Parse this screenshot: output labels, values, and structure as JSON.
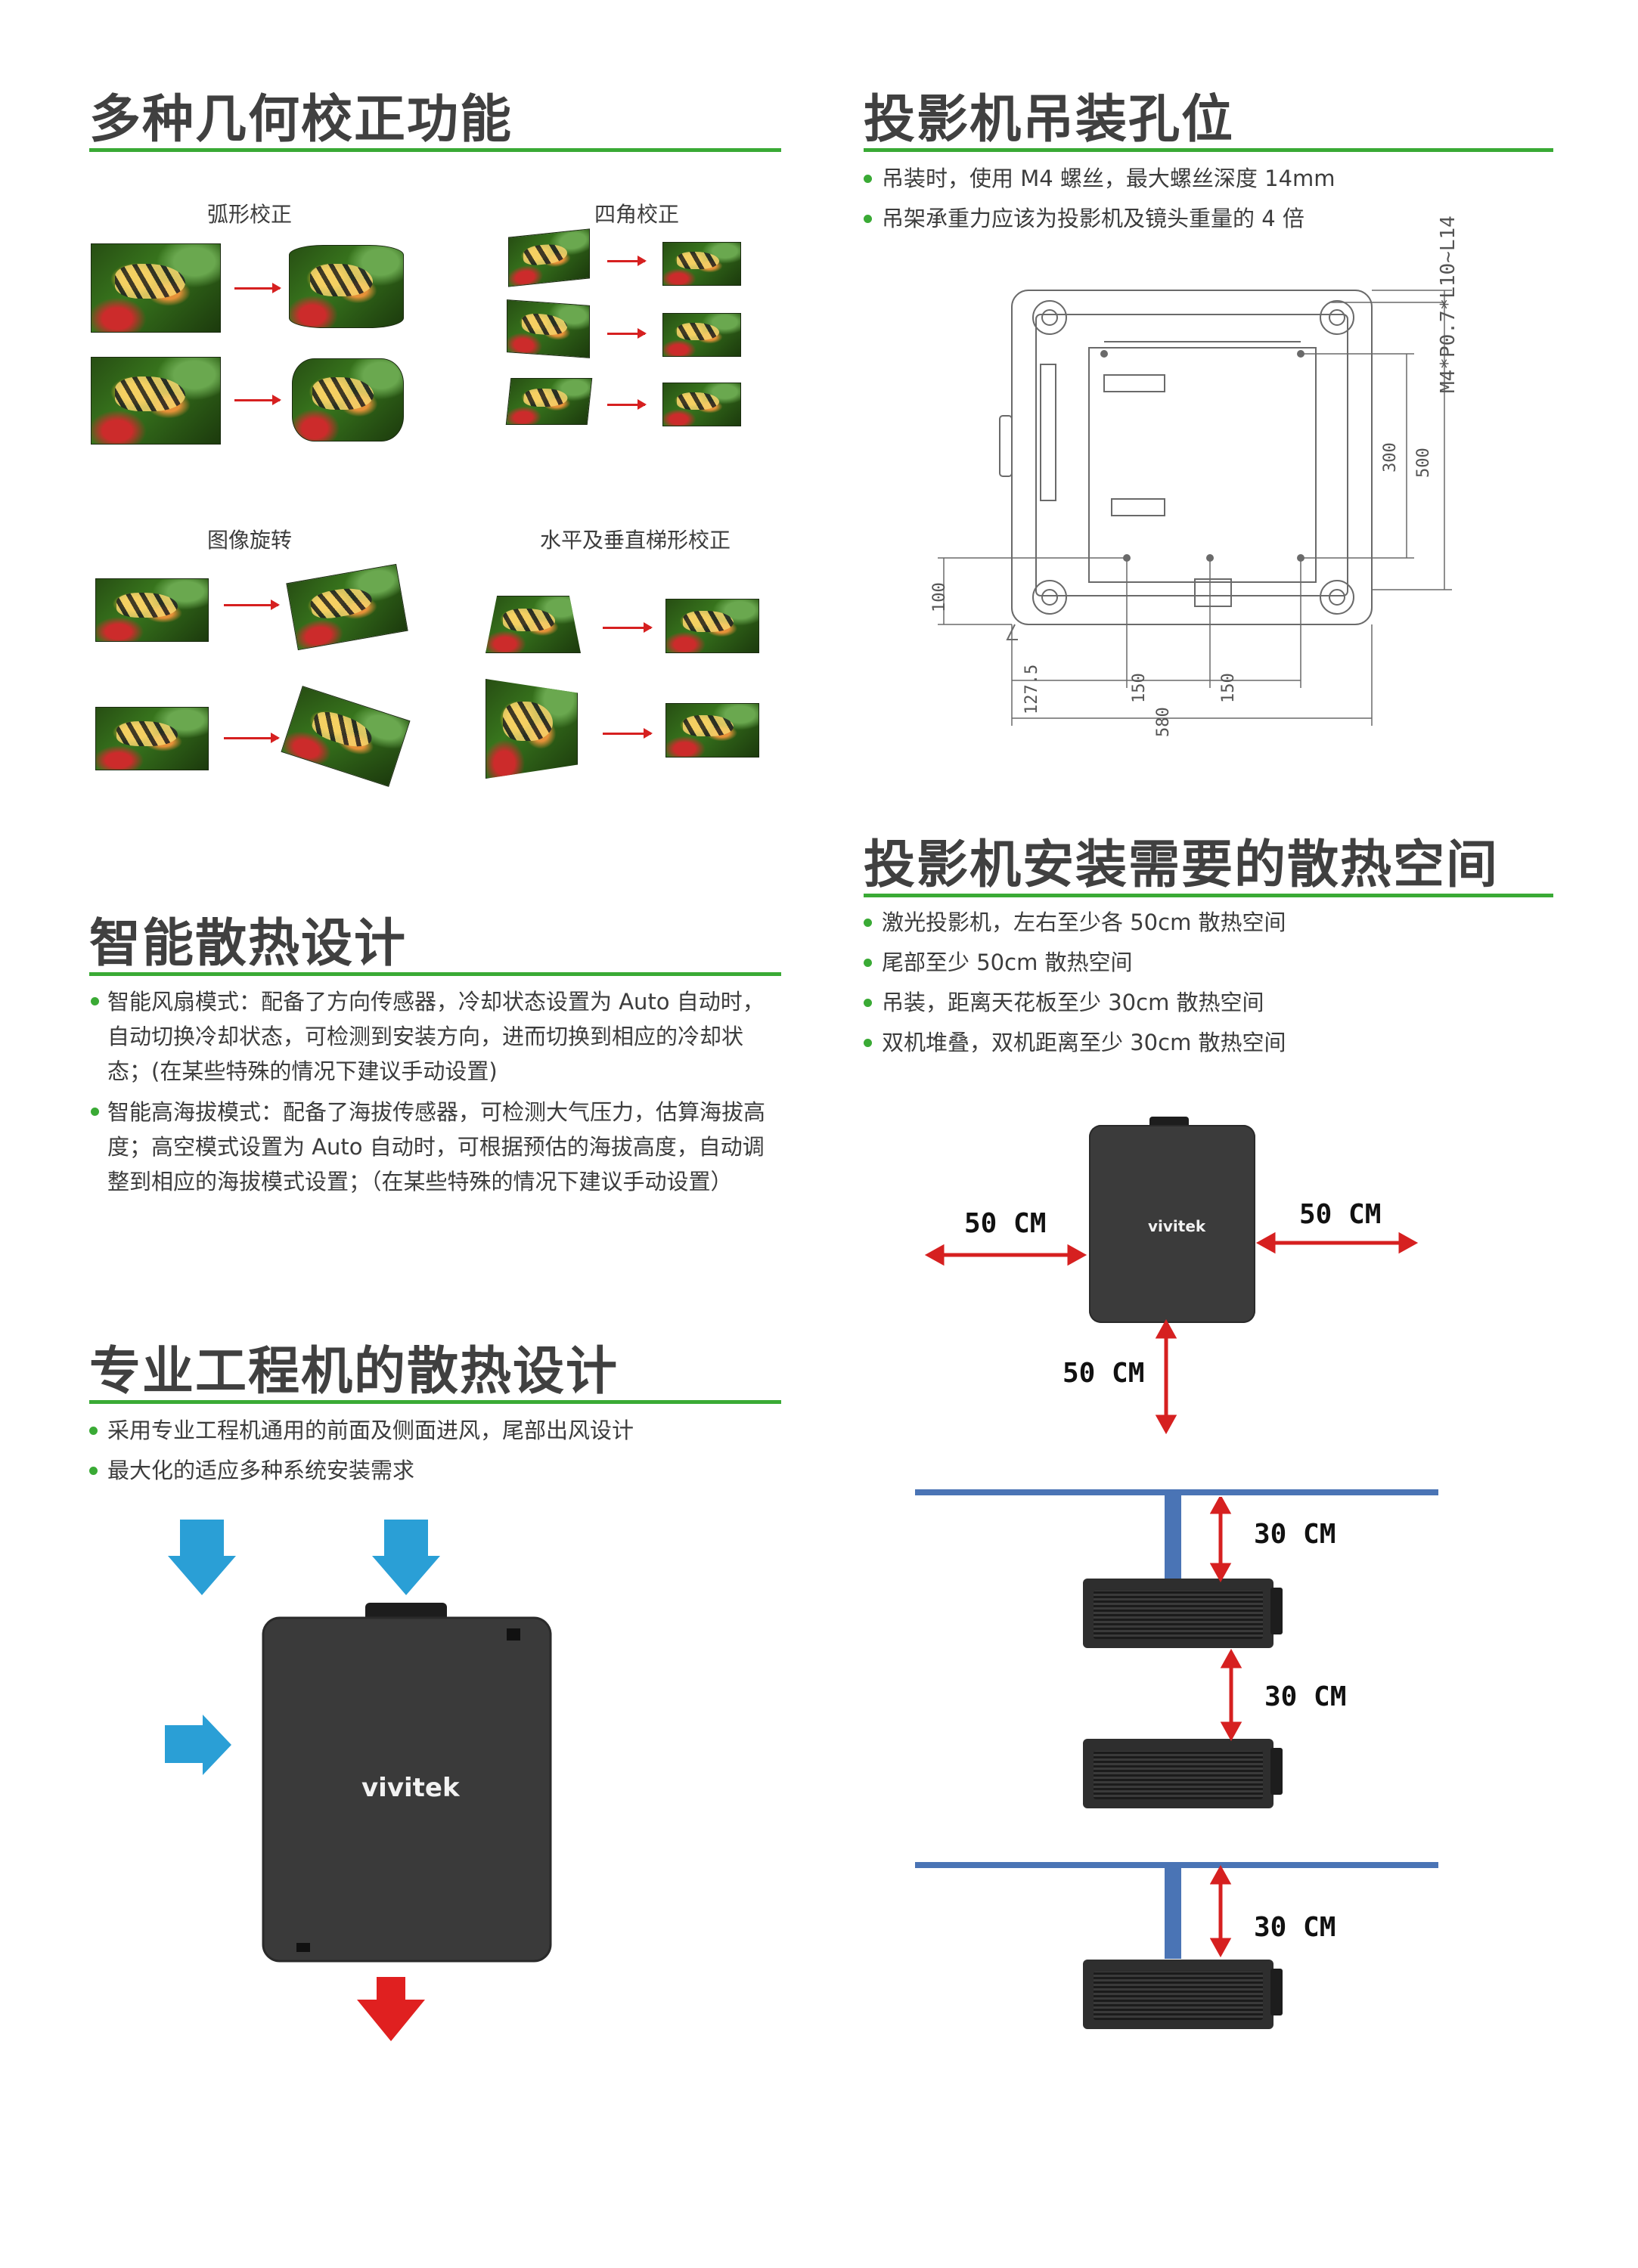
{
  "geometry": {
    "title": "多种几何校正功能",
    "captions": {
      "arc": "弧形校正",
      "corner": "四角校正",
      "rotate": "图像旋转",
      "keystone": "水平及垂直梯形校正"
    }
  },
  "cooling_smart": {
    "title": "智能散热设计",
    "fan": "智能风扇模式：配备了方向传感器，冷却状态设置为 Auto 自动时，自动切换冷却状态，可检测到安装方向，进而切换到相应的冷却状态；(在某些特殊的情况下建议手动设置)",
    "altitude": "智能高海拔模式：配备了海拔传感器，可检测大气压力，估算海拔高度；高空模式设置为 Auto 自动时，可根据预估的海拔高度，自动调整到相应的海拔模式设置；（在某些特殊的情况下建议手动设置）"
  },
  "cooling_pro": {
    "title": "专业工程机的散热设计",
    "items": [
      "采用专业工程机通用的前面及侧面进风，尾部出风设计",
      "最大化的适应多种系统安装需求"
    ],
    "brand": "vivitek"
  },
  "mount": {
    "title": "投影机吊装孔位",
    "items": [
      "吊装时，使用 M4 螺丝，最大螺丝深度 14mm",
      "吊架承重力应该为投影机及镜头重量的 4 倍"
    ],
    "dims": {
      "screw": "M4*P0.7*L10~L14",
      "d300": "300",
      "d500": "500",
      "d100": "100",
      "d127": "127.5",
      "d150a": "150",
      "d150b": "150",
      "d580": "580"
    }
  },
  "space": {
    "title": "投影机安装需要的散热空间",
    "items": [
      "激光投影机，左右至少各 50cm 散热空间",
      "尾部至少 50cm 散热空间",
      "吊装，距离天花板至少 30cm 散热空间",
      "双机堆叠，双机距离至少 30cm 散热空间"
    ],
    "brand": "vivitek",
    "left": "50 CM",
    "right": "50 CM",
    "bottom": "50 CM",
    "ceiling1": "30 CM",
    "stack": "30 CM",
    "ceiling2": "30 CM"
  },
  "colors": {
    "accent_green": "#3aaa35",
    "airflow_blue": "#2a9fd6",
    "airflow_red": "#e02020",
    "arrow_red": "#d62020",
    "beam_blue": "#4a74b5"
  }
}
